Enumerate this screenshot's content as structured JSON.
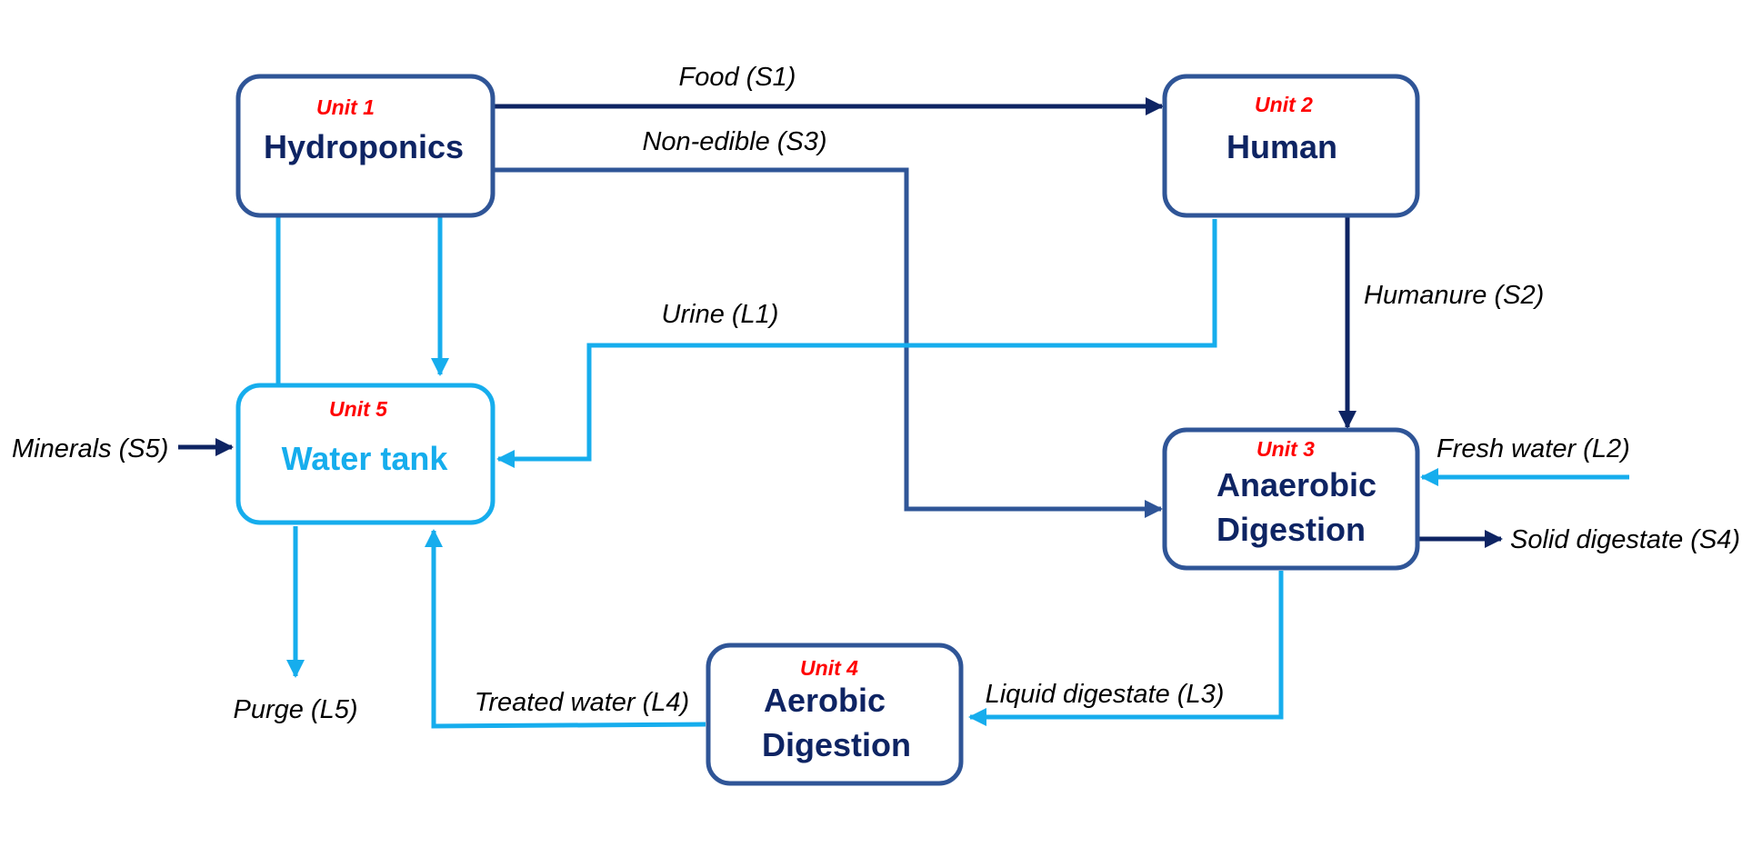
{
  "colors": {
    "dark": "#0e2463",
    "mid": "#2f5597",
    "light": "#16aded",
    "unit_tag": "#ff0000"
  },
  "units": {
    "u1": {
      "tag": "Unit 1",
      "name": "Hydroponics"
    },
    "u2": {
      "tag": "Unit 2",
      "name": "Human"
    },
    "u3": {
      "tag": "Unit 3",
      "name_line1": "Anaerobic",
      "name_line2": "Digestion"
    },
    "u4": {
      "tag": "Unit 4",
      "name_line1": "Aerobic",
      "name_line2": "Digestion"
    },
    "u5": {
      "tag": "Unit 5",
      "name": "Water tank"
    }
  },
  "flows": {
    "food": "Food (S1)",
    "non_edible": "Non-edible (S3)",
    "humanure": "Humanure (S2)",
    "urine": "Urine (L1)",
    "minerals": "Minerals (S5)",
    "fresh_water": "Fresh water (L2)",
    "solid_digestate": "Solid digestate (S4)",
    "liquid_digestate": "Liquid digestate (L3)",
    "treated_water": "Treated water (L4)",
    "purge": "Purge (L5)"
  }
}
